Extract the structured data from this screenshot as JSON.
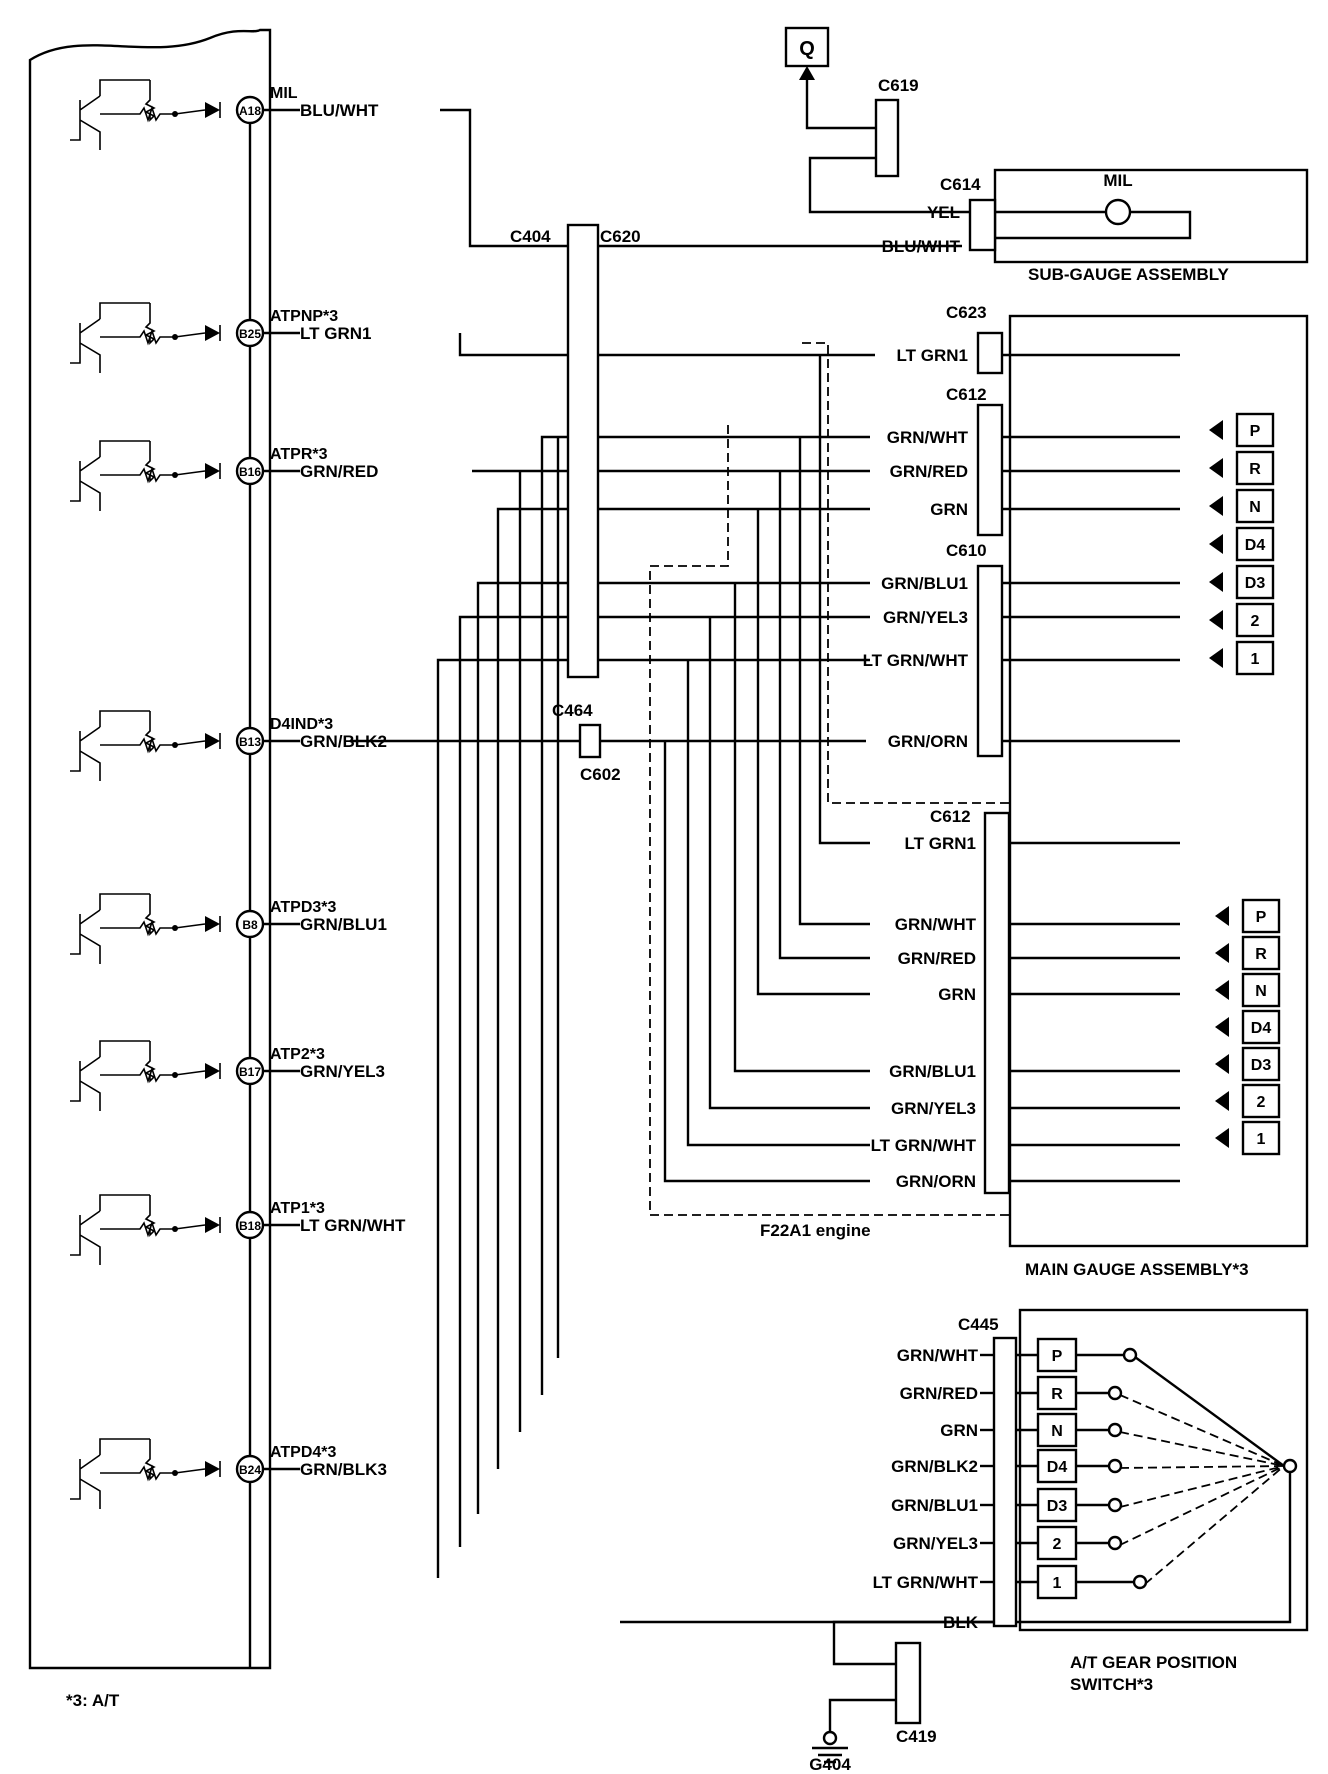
{
  "ecm_pins": [
    {
      "id": "A18",
      "signal": "MIL",
      "wire": "BLU/WHT"
    },
    {
      "id": "B25",
      "signal": "ATPNP*3",
      "wire": "LT GRN1"
    },
    {
      "id": "B16",
      "signal": "ATPR*3",
      "wire": "GRN/RED"
    },
    {
      "id": "B13",
      "signal": "D4IND*3",
      "wire": "GRN/BLK2"
    },
    {
      "id": "B8",
      "signal": "ATPD3*3",
      "wire": "GRN/BLU1"
    },
    {
      "id": "B17",
      "signal": "ATP2*3",
      "wire": "GRN/YEL3"
    },
    {
      "id": "B18",
      "signal": "ATP1*3",
      "wire": "LT GRN/WHT"
    },
    {
      "id": "B24",
      "signal": "ATPD4*3",
      "wire": "GRN/BLK3"
    }
  ],
  "connectors": {
    "c404": "C404",
    "c620": "C620",
    "c464": "C464",
    "c602": "C602",
    "c619": "C619",
    "c614": "C614",
    "c623": "C623",
    "c612a": "C612",
    "c610": "C610",
    "c612b": "C612",
    "c445": "C445",
    "c419": "C419"
  },
  "ground": "G404",
  "fuse_symbol": "Q",
  "sub_gauge": {
    "title": "SUB-GAUGE ASSEMBLY",
    "lamp": "MIL",
    "wires": [
      "YEL",
      "BLU/WHT"
    ]
  },
  "main_gauge": {
    "title": "MAIN GAUGE ASSEMBLY*3",
    "upper_wires": [
      "LT GRN1",
      "GRN/WHT",
      "GRN/RED",
      "GRN",
      "GRN/BLU1",
      "GRN/YEL3",
      "LT GRN/WHT",
      "GRN/ORN"
    ],
    "lower_wires": [
      "LT GRN1",
      "GRN/WHT",
      "GRN/RED",
      "GRN",
      "GRN/BLU1",
      "GRN/YEL3",
      "LT GRN/WHT",
      "GRN/ORN"
    ],
    "positions": [
      "P",
      "R",
      "N",
      "D4",
      "D3",
      "2",
      "1"
    ]
  },
  "gear_switch": {
    "title_line1": "A/T GEAR POSITION",
    "title_line2": "SWITCH*3",
    "wires": [
      "GRN/WHT",
      "GRN/RED",
      "GRN",
      "GRN/BLK2",
      "GRN/BLU1",
      "GRN/YEL3",
      "LT GRN/WHT",
      "BLK"
    ],
    "positions": [
      "P",
      "R",
      "N",
      "D4",
      "D3",
      "2",
      "1"
    ]
  },
  "engine_note": "F22A1 engine",
  "footnote": "*3: A/T"
}
